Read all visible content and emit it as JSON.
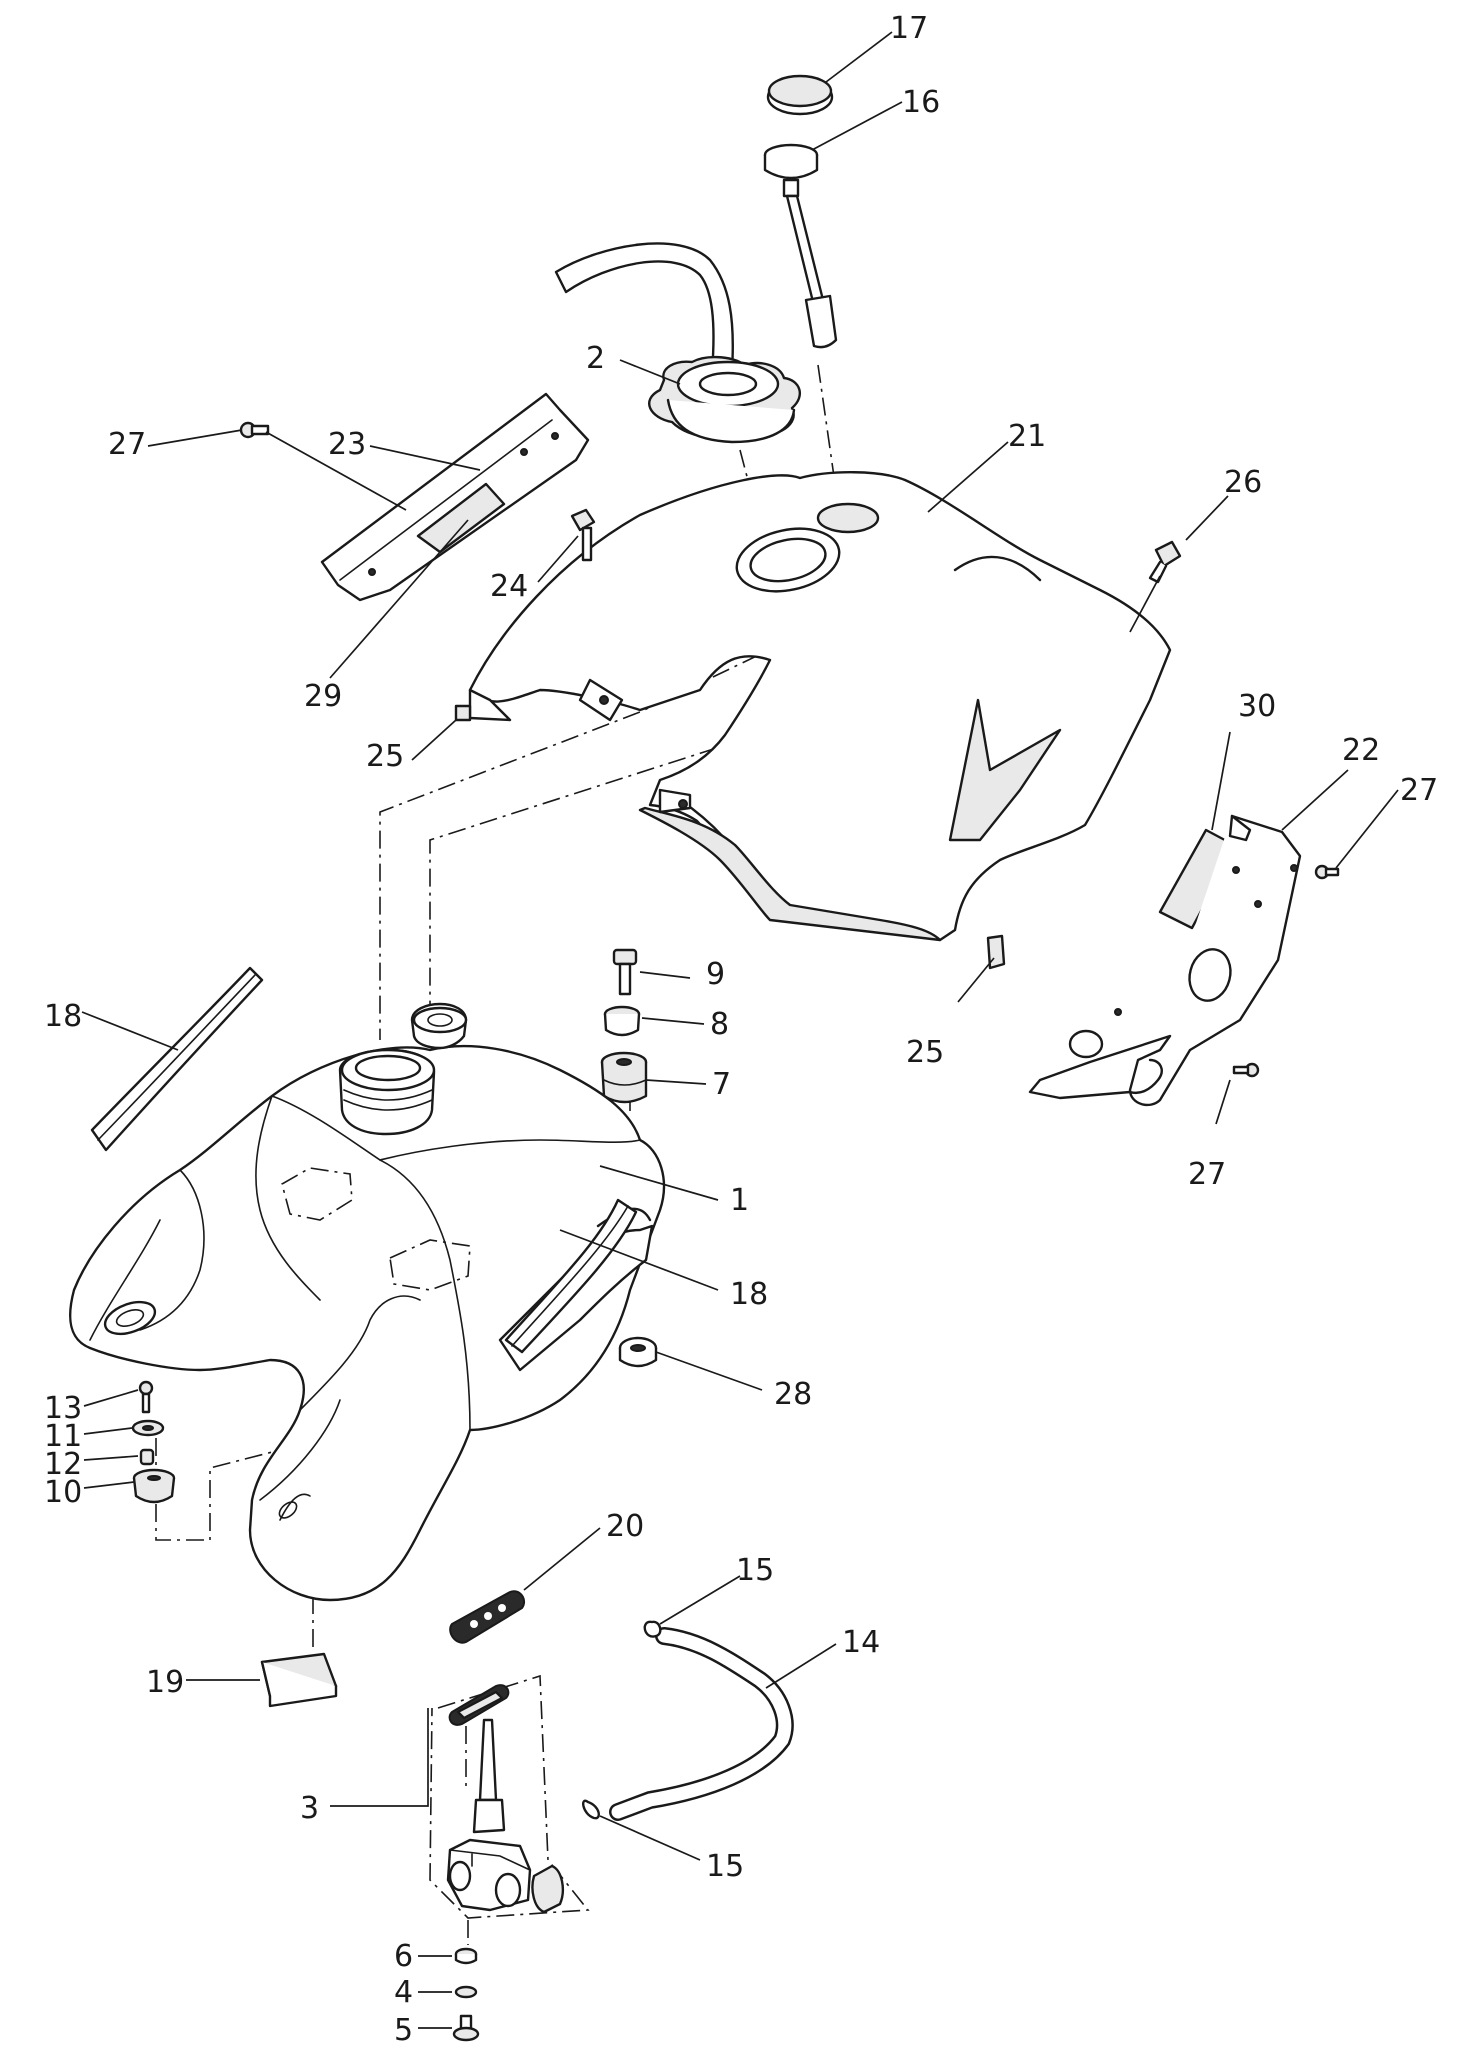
{
  "callouts": [
    {
      "id": "c17",
      "text": "17"
    },
    {
      "id": "c16",
      "text": "16"
    },
    {
      "id": "c2",
      "text": "2"
    },
    {
      "id": "c21",
      "text": "21"
    },
    {
      "id": "c27a",
      "text": "27"
    },
    {
      "id": "c23",
      "text": "23"
    },
    {
      "id": "c26",
      "text": "26"
    },
    {
      "id": "c24",
      "text": "24"
    },
    {
      "id": "c29",
      "text": "29"
    },
    {
      "id": "c25a",
      "text": "25"
    },
    {
      "id": "c30",
      "text": "30"
    },
    {
      "id": "c22",
      "text": "22"
    },
    {
      "id": "c27b",
      "text": "27"
    },
    {
      "id": "c9",
      "text": "9"
    },
    {
      "id": "c8",
      "text": "8"
    },
    {
      "id": "c7",
      "text": "7"
    },
    {
      "id": "c18a",
      "text": "18"
    },
    {
      "id": "c25b",
      "text": "25"
    },
    {
      "id": "c27c",
      "text": "27"
    },
    {
      "id": "c1",
      "text": "1"
    },
    {
      "id": "c18b",
      "text": "18"
    },
    {
      "id": "c28",
      "text": "28"
    },
    {
      "id": "c13",
      "text": "13"
    },
    {
      "id": "c11",
      "text": "11"
    },
    {
      "id": "c12",
      "text": "12"
    },
    {
      "id": "c10",
      "text": "10"
    },
    {
      "id": "c20",
      "text": "20"
    },
    {
      "id": "c15a",
      "text": "15"
    },
    {
      "id": "c14",
      "text": "14"
    },
    {
      "id": "c19",
      "text": "19"
    },
    {
      "id": "c3",
      "text": "3"
    },
    {
      "id": "c15b",
      "text": "15"
    },
    {
      "id": "c6",
      "text": "6"
    },
    {
      "id": "c4",
      "text": "4"
    },
    {
      "id": "c5",
      "text": "5"
    }
  ]
}
